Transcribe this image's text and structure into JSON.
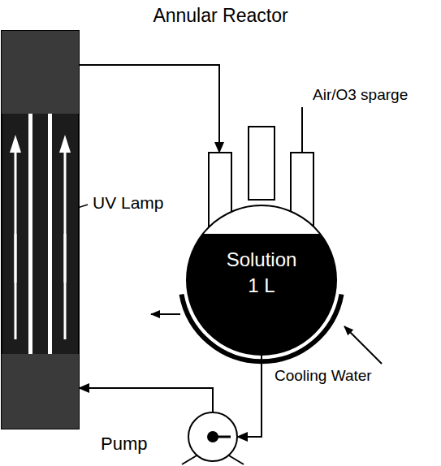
{
  "diagram": {
    "title": "Annular Reactor",
    "nodes": [
      {
        "text": [
          "UV Lamp"
        ]
      },
      {
        "text": [
          "Solution",
          "1 L"
        ]
      },
      {
        "text": [
          "Pump"
        ]
      }
    ],
    "edges": [
      {
        "from": 0,
        "to": 1,
        "arrow": "to"
      },
      {
        "from": 1,
        "to": 2,
        "arrow": "to"
      },
      {
        "from": 2,
        "to": 0,
        "arrow": "to"
      }
    ],
    "labels": [
      "Air/O3 sparge",
      "Cooling Water"
    ]
  }
}
